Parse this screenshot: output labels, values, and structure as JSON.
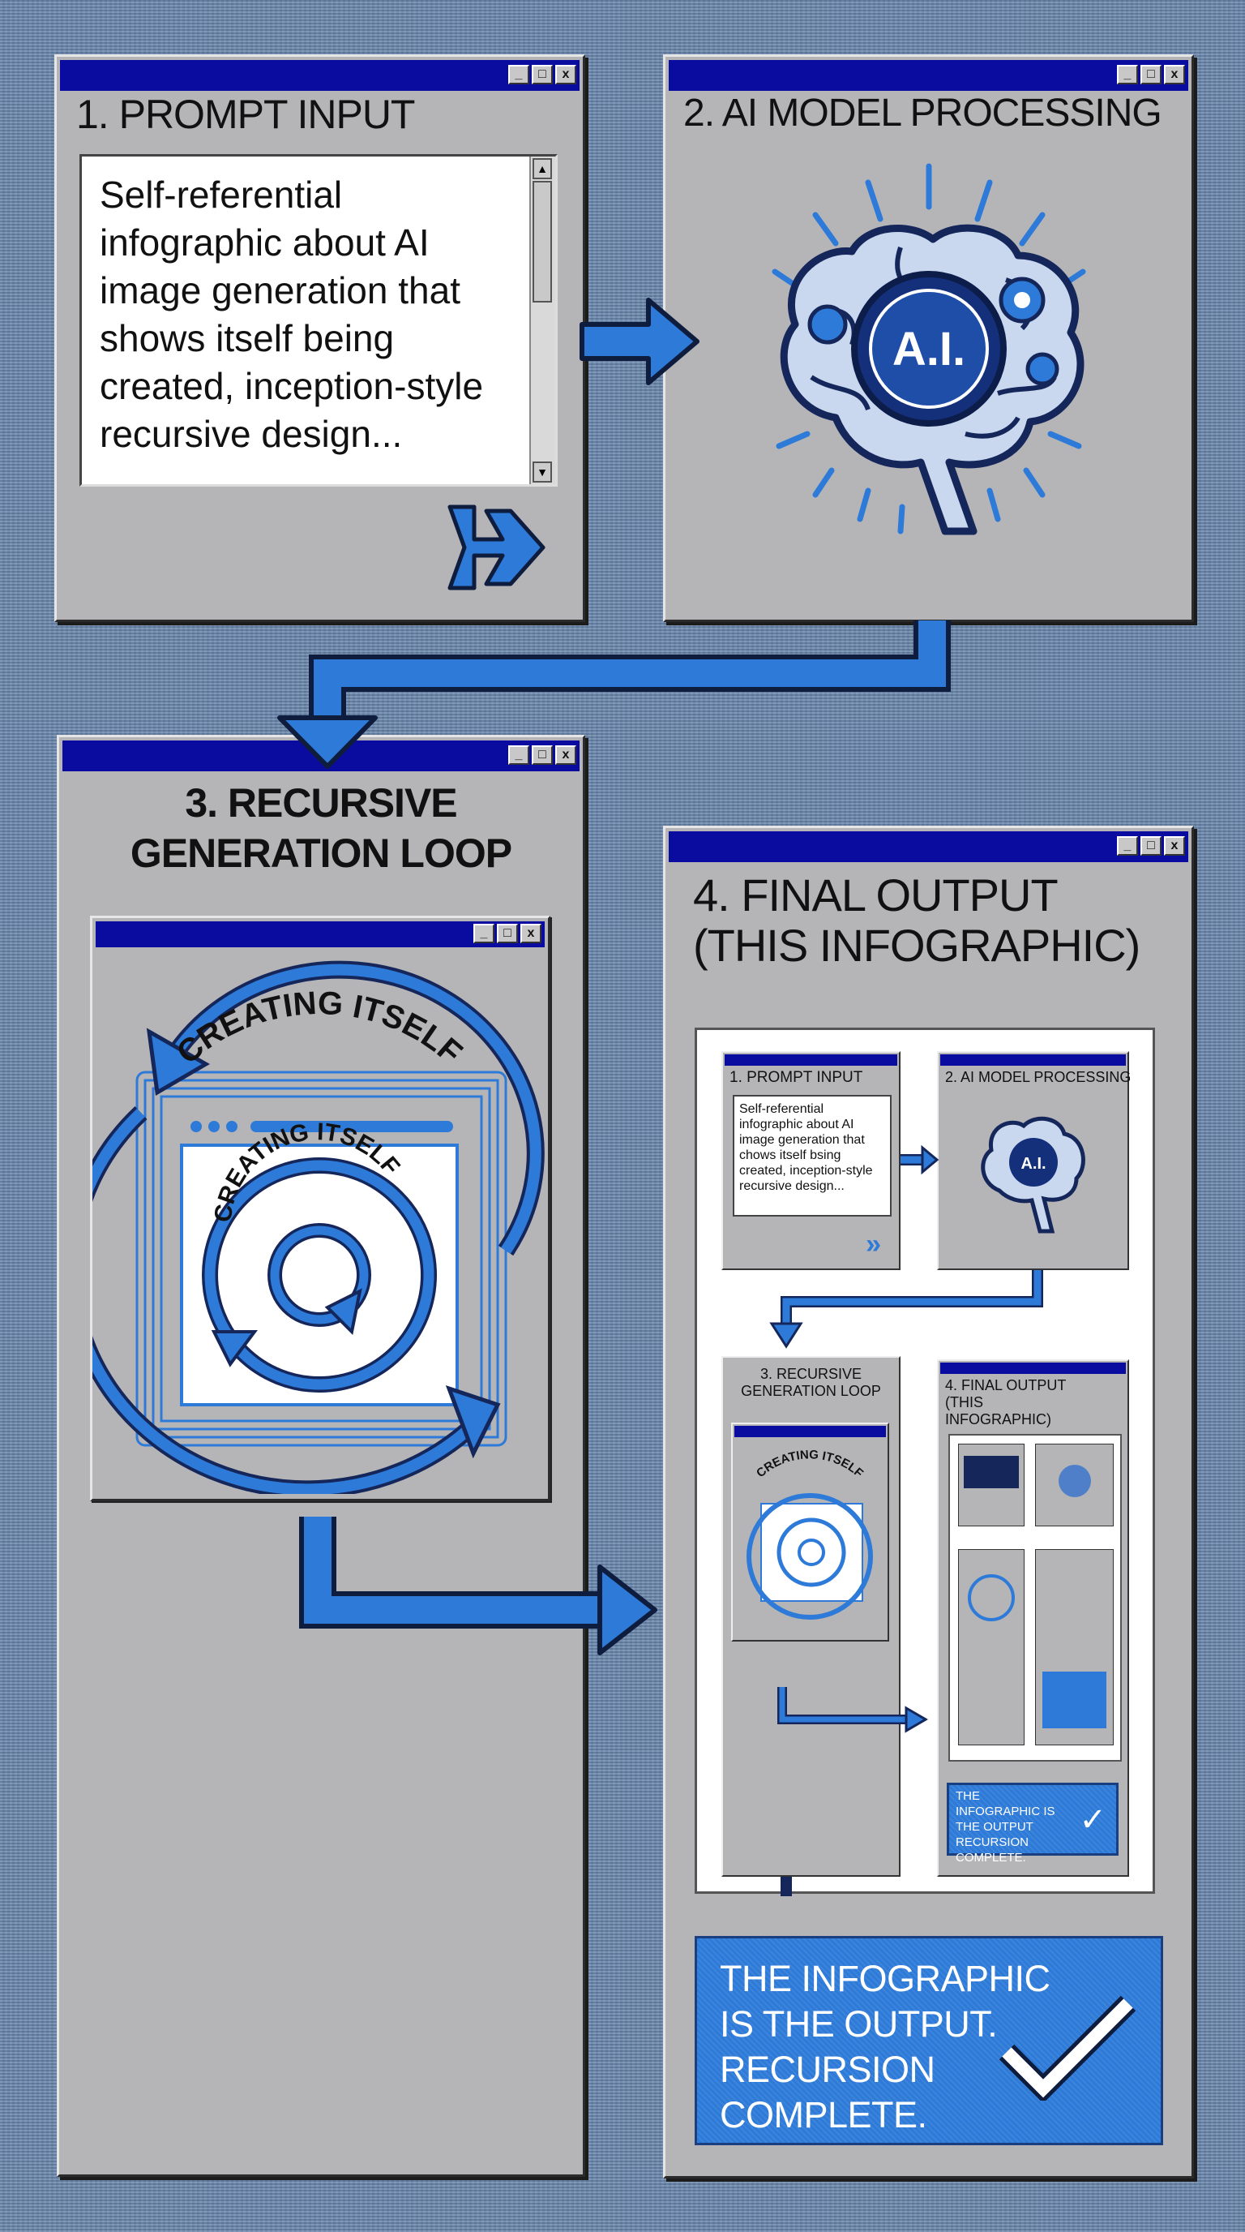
{
  "colors": {
    "titlebar": "#0a0ca0",
    "window": "#b5b5b7",
    "accent": "#2d7ad8",
    "background": "#6784ab"
  },
  "window_controls": {
    "minimize": "_",
    "maximize": "□",
    "close": "x"
  },
  "windows": [
    {
      "title": "1. PROMPT INPUT",
      "prompt": "Self-referential infographic about AI image generation that shows itself being created, inception-style recursive design..."
    },
    {
      "title": "2. AI MODEL PROCESSING",
      "brain_label": "A.I."
    },
    {
      "title_line1": "3. RECURSIVE",
      "title_line2": "GENERATION LOOP",
      "loop_label": "CREATING ITSELF",
      "inner_loop_label": "CREATING ITSELF"
    },
    {
      "title_line1": "4. FINAL OUTPUT",
      "title_line2": "(THIS INFOGRAPHIC)"
    }
  ],
  "mini": {
    "w1_title": "1. PROMPT INPUT",
    "w1_prompt": "Self-referential infographic about AI image generation that chows itself bsing created, inception-style recursive design...",
    "w2_title": "2. AI MODEL PROCESSING",
    "w2_label": "A.I.",
    "w3_title": "3. RECURSIVE GENERATION LOOP",
    "w3_loop_label": "CREATING ITSELF",
    "w4_title": "4. FINAL OUTPUT (THIS INFOGRAPHIC)",
    "w4_banner": "THE INFOGRAPHIC IS THE OUTPUT RECURSION COMPLETE."
  },
  "banner": {
    "line1": "THE INFOGRAPHIC",
    "line2": "IS THE OUTPUT.",
    "line3": "RECURSION",
    "line4": "COMPLETE.",
    "icon": "checkmark-icon"
  }
}
